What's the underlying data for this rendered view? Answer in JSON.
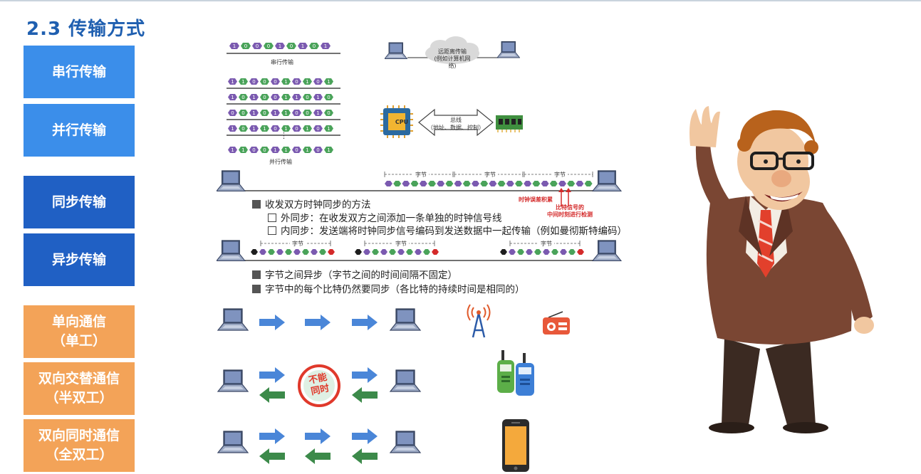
{
  "title": "2.3 传输方式",
  "sidebar": [
    {
      "lines": [
        "串行传输"
      ],
      "style": "light"
    },
    {
      "lines": [
        "并行传输"
      ],
      "style": "light"
    },
    {
      "lines": [
        "同步传输"
      ],
      "style": "dark"
    },
    {
      "lines": [
        "异步传输"
      ],
      "style": "dark"
    },
    {
      "lines": [
        "单向通信",
        "（单工）"
      ],
      "style": "orange"
    },
    {
      "lines": [
        "双向交替通信",
        "（半双工）"
      ],
      "style": "orange"
    },
    {
      "lines": [
        "双向同时通信",
        "（全双工）"
      ],
      "style": "orange"
    }
  ],
  "serial": {
    "bits": [
      "1",
      "0",
      "0",
      "0",
      "1",
      "0",
      "1",
      "0",
      "1"
    ],
    "caption": "串行传输",
    "cloud_line1": "远距离传输",
    "cloud_line2": "(例如计算机网络)"
  },
  "parallel": {
    "rows": [
      [
        "1",
        "1",
        "0",
        "0",
        "0",
        "1",
        "0",
        "1",
        "0",
        "1"
      ],
      [
        "1",
        "0",
        "1",
        "0",
        "0",
        "1",
        "1",
        "0",
        "1",
        "0"
      ],
      [
        "0",
        "0",
        "1",
        "0",
        "1",
        "1",
        "0",
        "0",
        "1",
        "0"
      ],
      [
        "1",
        "0",
        "1",
        "1",
        "0",
        "1",
        "0",
        "1",
        "0",
        "1"
      ],
      [
        "1",
        "1",
        "0",
        "0",
        "1",
        "1",
        "0",
        "1",
        "0",
        "1"
      ]
    ],
    "dots": "⋮",
    "caption": "并行传输",
    "cpu_label": "CPU",
    "bus_line1": "总线",
    "bus_line2": "（地址、数据、控制）"
  },
  "sync": {
    "byte_label": "字节",
    "error_note": "时钟误差积累",
    "detect_note_line1": "比特信号的",
    "detect_note_line2": "中间时刻进行检测",
    "points": [
      {
        "marker": "square",
        "text": "收发双方时钟同步的方法"
      },
      {
        "marker": "box",
        "text": "外同步：在收发双方之间添加一条单独的时钟信号线"
      },
      {
        "marker": "box",
        "text": "内同步：发送端将时钟同步信号编码到发送数据中一起传输（例如曼彻斯特编码）"
      }
    ]
  },
  "async": {
    "byte_label": "字节",
    "points": [
      {
        "text": "字节之间异步（字节之间的时间间隔不固定）"
      },
      {
        "text": "字节中的每个比特仍然要同步（各比特的持续时间是相同的）"
      }
    ]
  },
  "halfduplex": {
    "stamp_line1": "不能",
    "stamp_line2": "同时"
  },
  "colors": {
    "light_blue": "#3b8eea",
    "dark_blue": "#2060c4",
    "orange": "#f3a358",
    "title_blue": "#1f5fb0",
    "bit_purple": "#7b5ab0",
    "bit_green": "#4aa35a",
    "arrow_blue": "#4a86d8",
    "arrow_green": "#3c8a4a",
    "red": "#d42a2a"
  },
  "icons": [
    "laptop-icon",
    "cloud-icon",
    "cpu-icon",
    "memory-icon",
    "radio-tower-icon",
    "radio-icon",
    "walkie-talkie-icon",
    "phone-icon",
    "teacher-character"
  ]
}
